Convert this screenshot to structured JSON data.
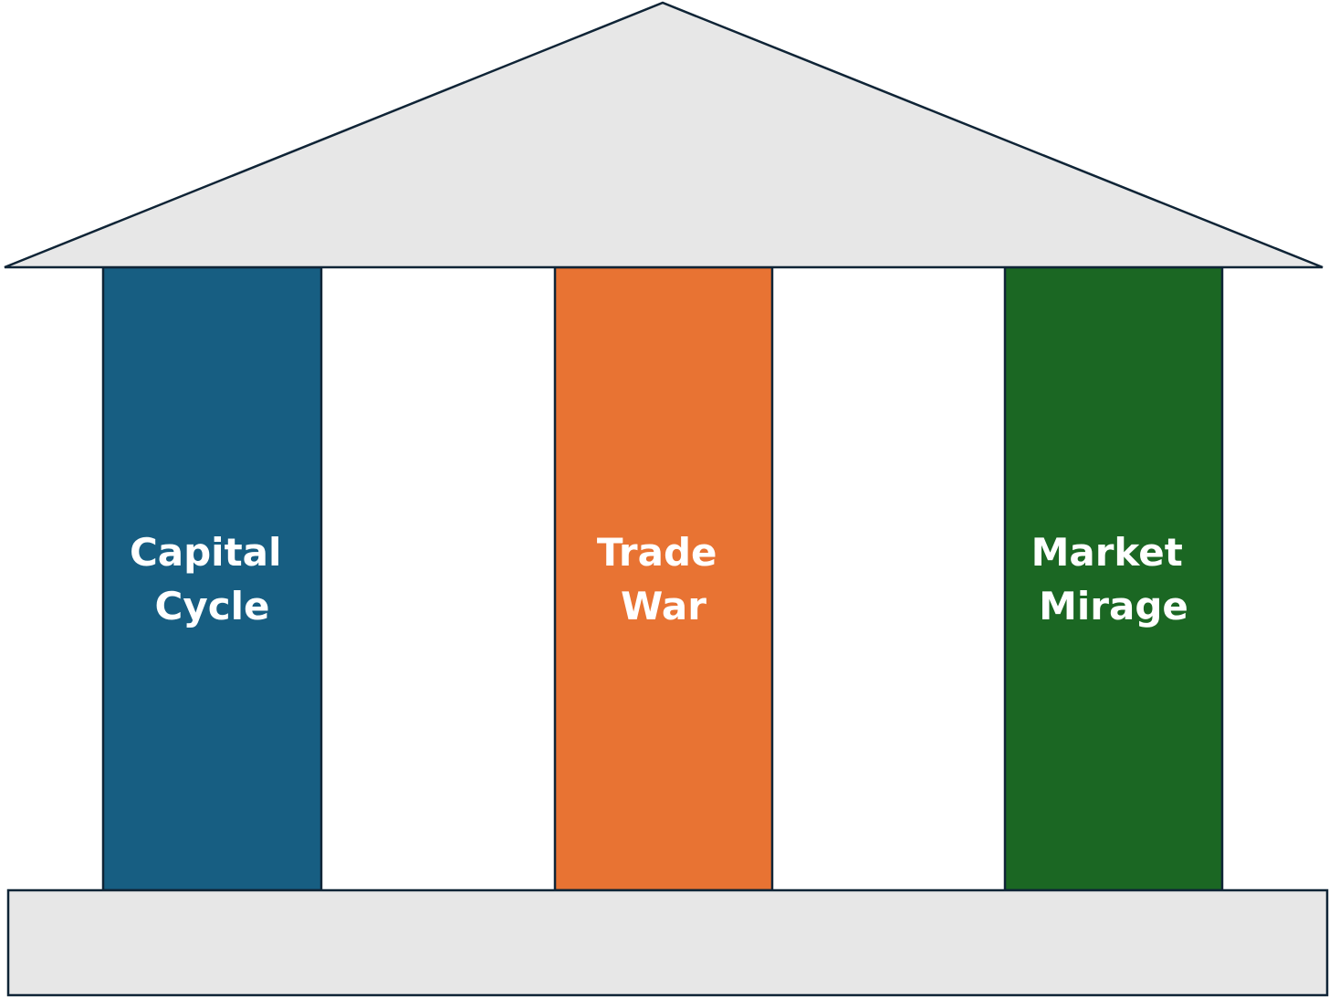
{
  "diagram": {
    "roof_color": "#e7e7e7",
    "base_color": "#e7e7e7",
    "outline_color": "#0f2436",
    "text_color": "#ffffff",
    "pillars": [
      {
        "line1": "Capital",
        "line2": "Cycle",
        "color": "#175e82"
      },
      {
        "line1": "Trade",
        "line2": "War",
        "color": "#e87333"
      },
      {
        "line1": "Market",
        "line2": "Mirage",
        "color": "#1b6723"
      }
    ]
  }
}
